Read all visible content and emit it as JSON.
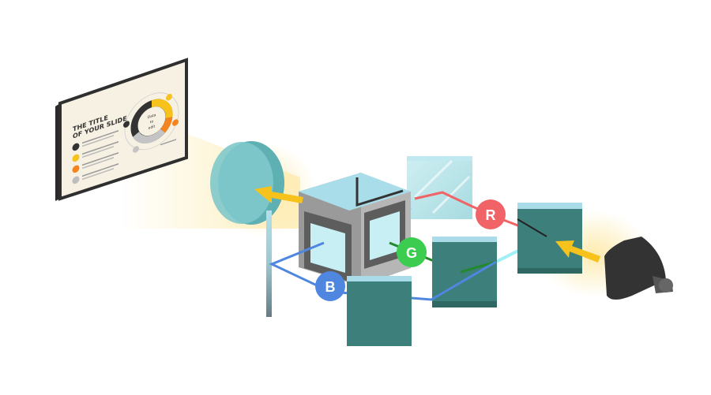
{
  "slide": {
    "title_line1": "THE TITLE",
    "title_line2": "OF YOUR SLIDE",
    "donut_center_line1": "Data",
    "donut_center_line2": "to",
    "donut_center_line3": "edit"
  },
  "channels": {
    "red": {
      "label": "R",
      "color": "#f06467"
    },
    "green": {
      "label": "G",
      "color": "#3ccc4f"
    },
    "blue": {
      "label": "B",
      "color": "#4f86e0"
    }
  },
  "colors": {
    "prism_panel": "#3d7f7a",
    "prism_panel_top": "#a9dbe8",
    "lens": "#6dbcc0",
    "beam_arrow": "#f7c21c",
    "lamp": "#333333"
  },
  "icons": {
    "lamp": "lamp-icon",
    "lens": "lens-icon",
    "prism": "prism-cube-icon"
  }
}
